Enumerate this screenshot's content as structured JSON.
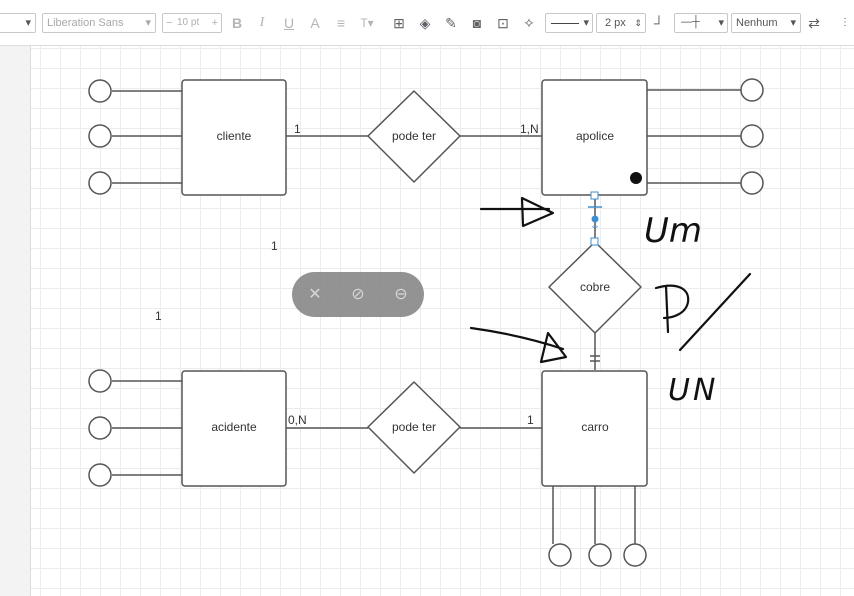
{
  "toolbar": {
    "shape_select_arrow": "▾",
    "font_name": "Liberation Sans",
    "font_size": "10 pt",
    "line_width": "2 px",
    "arrow_end": "Nenhum"
  },
  "diagram": {
    "entities": {
      "cliente": "cliente",
      "apolice": "apolice",
      "acidente": "acidente",
      "carro": "carro"
    },
    "relationships": {
      "pode_ter_top": "pode ter",
      "cobre": "cobre",
      "pode_ter_bottom": "pode ter"
    },
    "cardinalities": {
      "cliente_side": "1",
      "apolice_side": "1,N",
      "floating_one_a": "1",
      "floating_one_b": "1",
      "acidente_side": "0,N",
      "carro_side": "1"
    }
  },
  "annotations": {
    "handwriting_um": "Um",
    "handwriting_p": "P",
    "handwriting_un": "UN"
  },
  "colors": {
    "stroke": "#555555",
    "selection": "#3d8fd1",
    "grid": "#ececec",
    "floating_toolbar": "#8a8a8a"
  }
}
